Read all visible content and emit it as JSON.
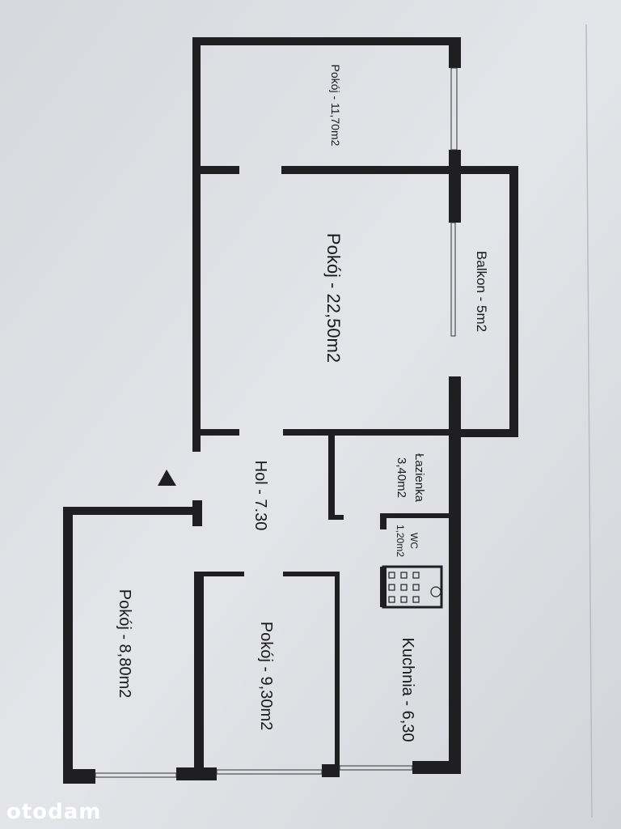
{
  "rooms": {
    "room_top": "Pokój - 11,70m2",
    "room_large": "Pokój - 22,50m2",
    "balcony": "Balkon - 5m2",
    "hall": "Hol - 7.30",
    "bathroom_name": "Łazienka",
    "bathroom_area": "3,40m2",
    "wc_name": "WC",
    "wc_area": "1,20m2",
    "kitchen": "Kuchnia - 6,30",
    "room_middle": "Pokój - 9,30m2",
    "room_left": "Pokój - 8,80m2"
  },
  "watermark": "otodam",
  "colors": {
    "wall": "#1f1f21",
    "paper": "#dcdee3",
    "watermark": "#ffffff"
  }
}
